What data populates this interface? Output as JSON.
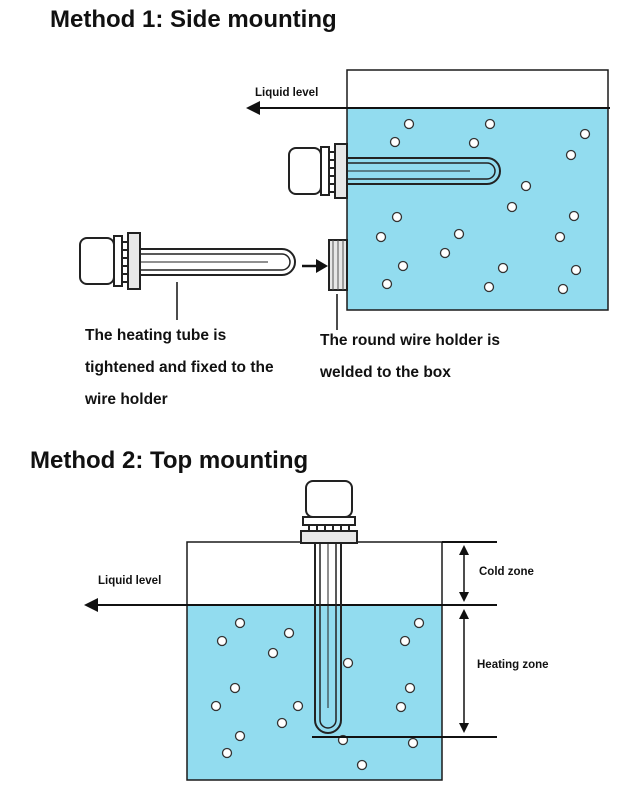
{
  "method1": {
    "title": "Method 1: Side mounting",
    "liquid_level_label": "Liquid level",
    "caption_left": [
      "The heating tube is",
      "tightened and fixed to the",
      "wire holder"
    ],
    "caption_right": [
      "The round wire holder is",
      "welded to the box"
    ]
  },
  "method2": {
    "title": "Method 2: Top mounting",
    "liquid_level_label": "Liquid level",
    "cold_zone_label": "Cold zone",
    "heating_zone_label": "Heating zone"
  },
  "colors": {
    "liquid": "#92dcef",
    "outline": "#1a1a1a",
    "bubble": "#ffffff"
  }
}
